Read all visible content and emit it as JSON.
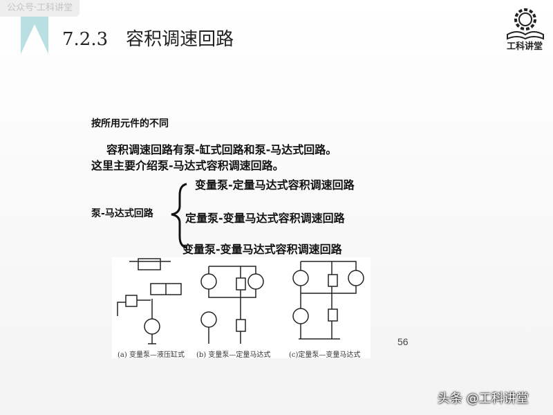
{
  "watermark": "公众号·工科讲堂",
  "title": {
    "number": "7.2.3",
    "text": "容积调速回路"
  },
  "logo": {
    "text": "工科讲堂",
    "icon": "gear-book-icon"
  },
  "content": {
    "heading": "按所用元件的不同",
    "para1": "容积调速回路有泵-缸式回路和泵-马达式回路。",
    "para2": "这里主要介绍泵-马达式容积调速回路。",
    "branch_label": "泵-马达式回路",
    "branches": [
      "变量泵-定量马达式容积调速回路",
      "定量泵-变量马达式容积调速回路",
      "变量泵-变量马达式容积调速回路"
    ]
  },
  "figure": {
    "captions": [
      "(a) 变量泵—液压缸式",
      "(b) 变量泵—定量马达式",
      "(c)定量泵—变量马达式"
    ]
  },
  "page_number": "56",
  "footer": "头条 @工科讲堂"
}
